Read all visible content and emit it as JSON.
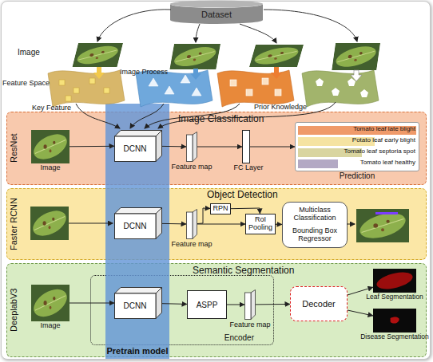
{
  "diagram": {
    "nodes": [
      {
        "text": [
          "Dataset"
        ]
      },
      {
        "text": [
          "ResNet",
          "Image Classification"
        ]
      },
      {
        "text": [
          "Faster RCNN",
          "Object Detection"
        ]
      },
      {
        "text": [
          "DeeplabV3",
          "Semantic Segmentation"
        ]
      },
      {
        "text": [
          "Pretrain model"
        ]
      },
      {
        "text": [
          "Image"
        ],
        "in": 1
      },
      {
        "text": [
          "DCNN"
        ],
        "in": 4
      },
      {
        "text": [
          "Feature map"
        ],
        "in": 1
      },
      {
        "text": [
          "FC Layer"
        ],
        "in": 1
      },
      {
        "text": [
          "Tomato leaf late blight",
          "Potato leaf early blight",
          "Tomato leaf septoria spot",
          "Tomato leaf healthy",
          "Prediction"
        ],
        "in": 1
      },
      {
        "text": [
          "DCNN"
        ],
        "in": 4
      },
      {
        "text": [
          "Feature map"
        ],
        "in": 2
      },
      {
        "text": [
          "RPN"
        ],
        "in": 2
      },
      {
        "text": [
          "RoI Pooling"
        ],
        "in": 2
      },
      {
        "text": [
          "Multiclass Classification",
          "Bounding Box Regressor"
        ],
        "in": 2
      },
      {
        "text": [
          "Image"
        ],
        "in": 3
      },
      {
        "text": [
          "DCNN"
        ],
        "in": 4
      },
      {
        "text": [
          "Encoder"
        ],
        "in": 3
      },
      {
        "text": [
          "ASPP"
        ],
        "in": 17
      },
      {
        "text": [
          "Feature map"
        ],
        "in": 17
      },
      {
        "text": [
          "Decoder"
        ],
        "in": 3
      },
      {
        "text": [
          "Leaf Segmentation"
        ],
        "in": 3
      },
      {
        "text": [
          "Disease Segmentation"
        ],
        "in": 3
      }
    ],
    "edges": [
      {
        "from": 5,
        "to": 6,
        "arrow": "to"
      },
      {
        "from": 6,
        "to": 7,
        "arrow": "to"
      },
      {
        "from": 7,
        "to": 8,
        "arrow": "to"
      },
      {
        "from": 8,
        "to": 9,
        "arrow": "to"
      },
      {
        "from": 10,
        "to": 11,
        "arrow": "to"
      },
      {
        "from": 11,
        "to": 12,
        "arrow": "to"
      },
      {
        "from": 12,
        "to": 13,
        "arrow": "to"
      },
      {
        "from": 11,
        "to": 13,
        "arrow": "to"
      },
      {
        "from": 13,
        "to": 14,
        "arrow": "to"
      },
      {
        "from": 15,
        "to": 16,
        "arrow": "to"
      },
      {
        "from": 16,
        "to": 18,
        "arrow": "to"
      },
      {
        "from": 18,
        "to": 19,
        "arrow": "to"
      },
      {
        "from": 19,
        "to": 20,
        "arrow": "to"
      },
      {
        "from": 20,
        "to": 21,
        "arrow": "to"
      },
      {
        "from": 20,
        "to": 22,
        "arrow": "to"
      }
    ],
    "labels": [
      "Image",
      "Image Process",
      "Feature Space",
      "Key Feature",
      "Prior Knowledge"
    ]
  }
}
